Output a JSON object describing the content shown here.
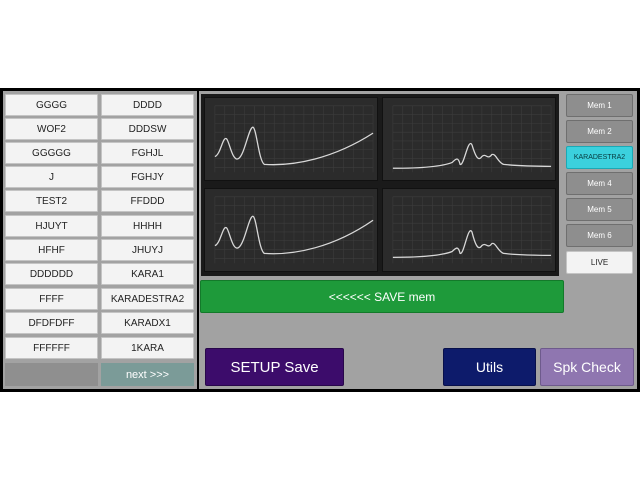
{
  "presets": {
    "column_left": [
      "GGGG",
      "WOF2",
      "GGGGG",
      "J",
      "TEST2",
      "HJUYT",
      "HFHF",
      "DDDDDD",
      "FFFF",
      "DFDFDFF",
      "FFFFFF"
    ],
    "column_right": [
      "DDDD",
      "DDDSW",
      "FGHJL",
      "FGHJY",
      "FFDDD",
      "HHHH",
      "JHUYJ",
      "KARA1",
      "KARADESTRA2",
      "KARADX1",
      "1KARA"
    ],
    "next_label": "next  >>>"
  },
  "actions": {
    "save_mem_label": "<<<<<< SAVE mem",
    "setup_save_label": "SETUP Save",
    "utils_label": "Utils",
    "spk_check_label": "Spk Check"
  },
  "memories": {
    "items": [
      "Mem 1",
      "Mem 2",
      "KARADESTRA2",
      "Mem 4",
      "Mem 5",
      "Mem 6"
    ],
    "active_index": 2,
    "live_label": "LIVE"
  },
  "colors": {
    "accent_active": "#3bd1dd",
    "save_green": "#1e9a3a",
    "setup_purple": "#3c0c6b",
    "utils_navy": "#0d1b6b",
    "spk_lavender": "#8f76b0"
  }
}
